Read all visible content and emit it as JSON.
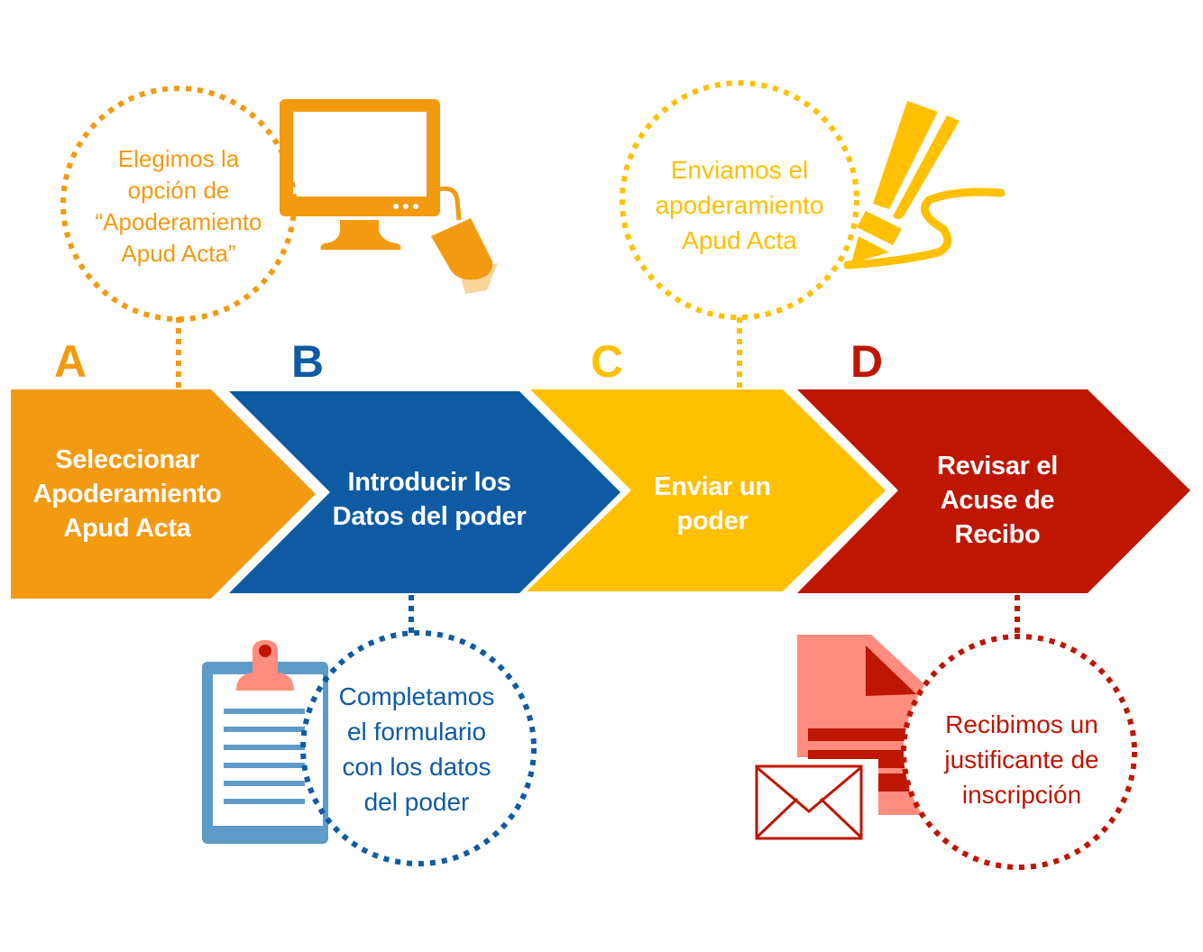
{
  "colors": {
    "step_a": "#F39A10",
    "step_b": "#0E5BA4",
    "step_c": "#FFC000",
    "step_d": "#BE1600",
    "clipboard": "#5F9BC8",
    "clip": "#FF8C7C",
    "document": "#FF8C7C",
    "pen": "#FFC000",
    "mouse_highlight": "#F9D49B"
  },
  "steps": [
    {
      "letter": "A",
      "label_lines": [
        "Seleccionar",
        "Apoderamiento",
        "Apud Acta"
      ],
      "note_lines": [
        "Elegimos la",
        "opción de",
        "“Apoderamiento",
        "Apud Acta”"
      ],
      "icon": "computer-monitor-icon"
    },
    {
      "letter": "B",
      "label_lines": [
        "Introducir los",
        "Datos del poder"
      ],
      "note_lines": [
        "Completamos",
        "el formulario",
        "con los datos",
        "del poder"
      ],
      "icon": "clipboard-icon"
    },
    {
      "letter": "C",
      "label_lines": [
        "Enviar un",
        "poder"
      ],
      "note_lines": [
        "Enviamos el",
        "apoderamiento",
        "Apud Acta"
      ],
      "icon": "pen-signature-icon"
    },
    {
      "letter": "D",
      "label_lines": [
        "Revisar el",
        "Acuse de",
        "Recibo"
      ],
      "note_lines": [
        "Recibimos un",
        "justificante de",
        "inscripción"
      ],
      "icon": "document-envelope-icon"
    }
  ]
}
